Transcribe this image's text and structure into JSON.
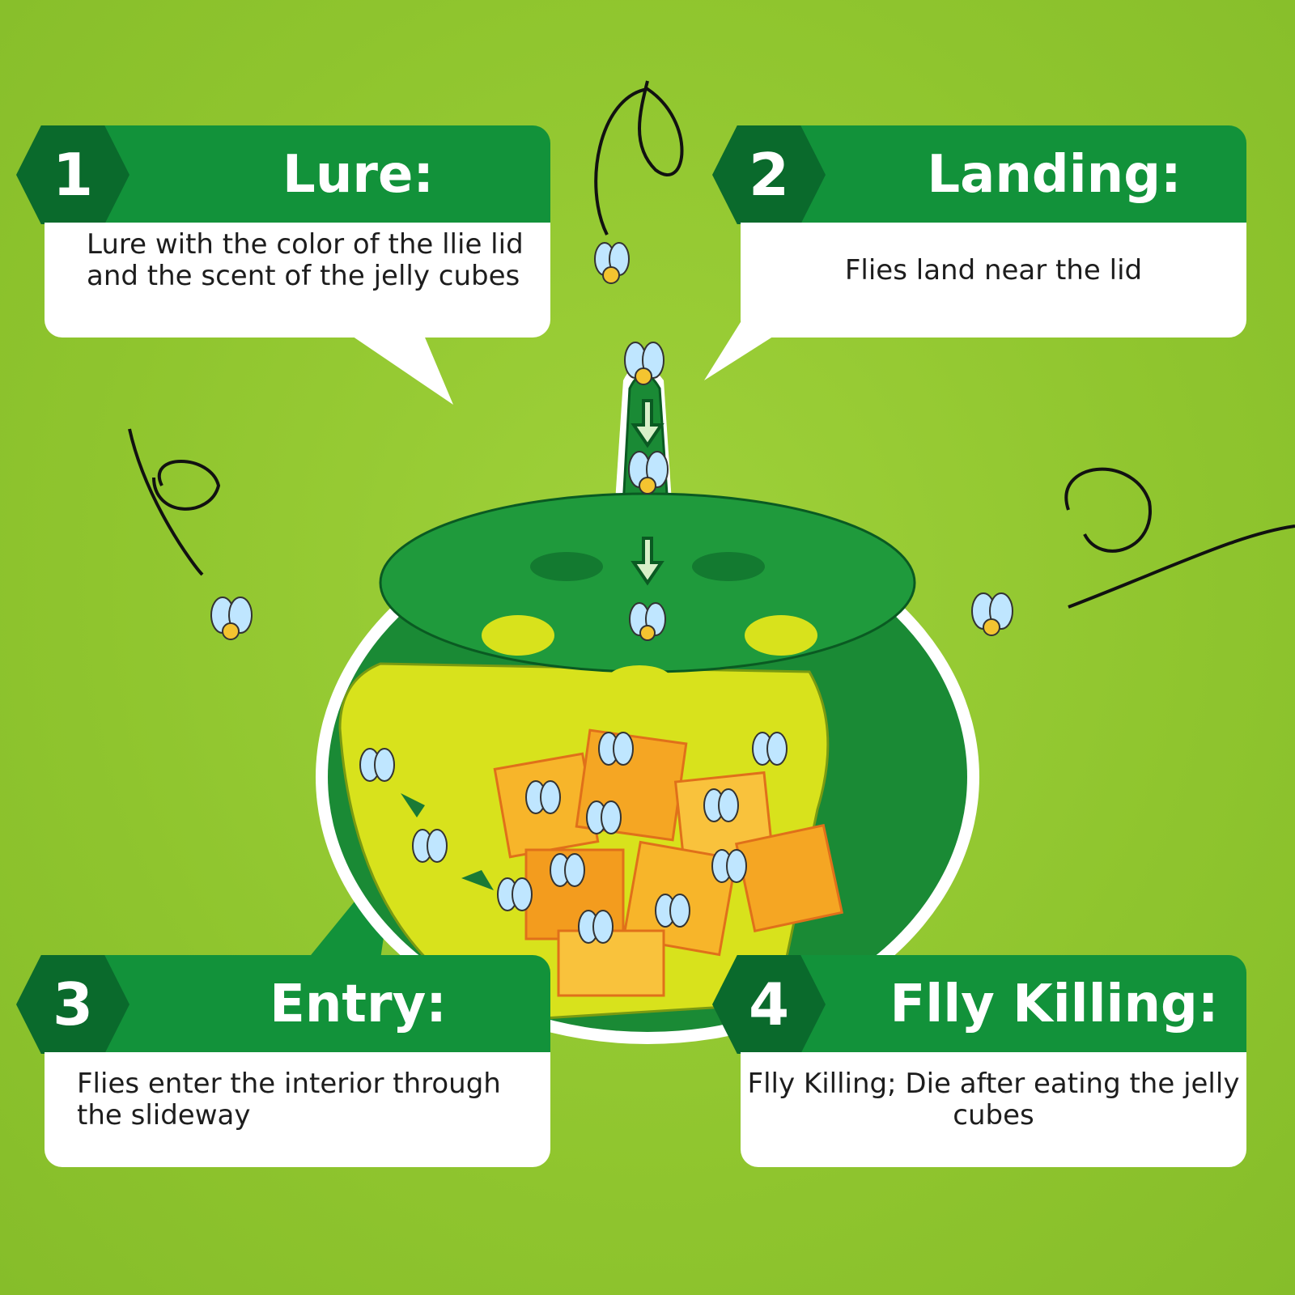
{
  "steps": [
    {
      "number": "1",
      "title": "Lure:",
      "description": "Lure with the color of the llie lid and the scent of the jelly cubes"
    },
    {
      "number": "2",
      "title": "Landing:",
      "description": "Flies land near the lid"
    },
    {
      "number": "3",
      "title": "Entry:",
      "description": "Flies enter the interior through the slideway"
    },
    {
      "number": "4",
      "title": "Flly Killing:",
      "description": "Flly Killing; Die after eating the jelly cubes"
    }
  ],
  "colors": {
    "background": "#8fc52e",
    "header": "#12923a",
    "badge": "#0a6a2c",
    "trap": "#1a8a35",
    "interior": "#d8e21c",
    "cubes": "#f5a623"
  }
}
